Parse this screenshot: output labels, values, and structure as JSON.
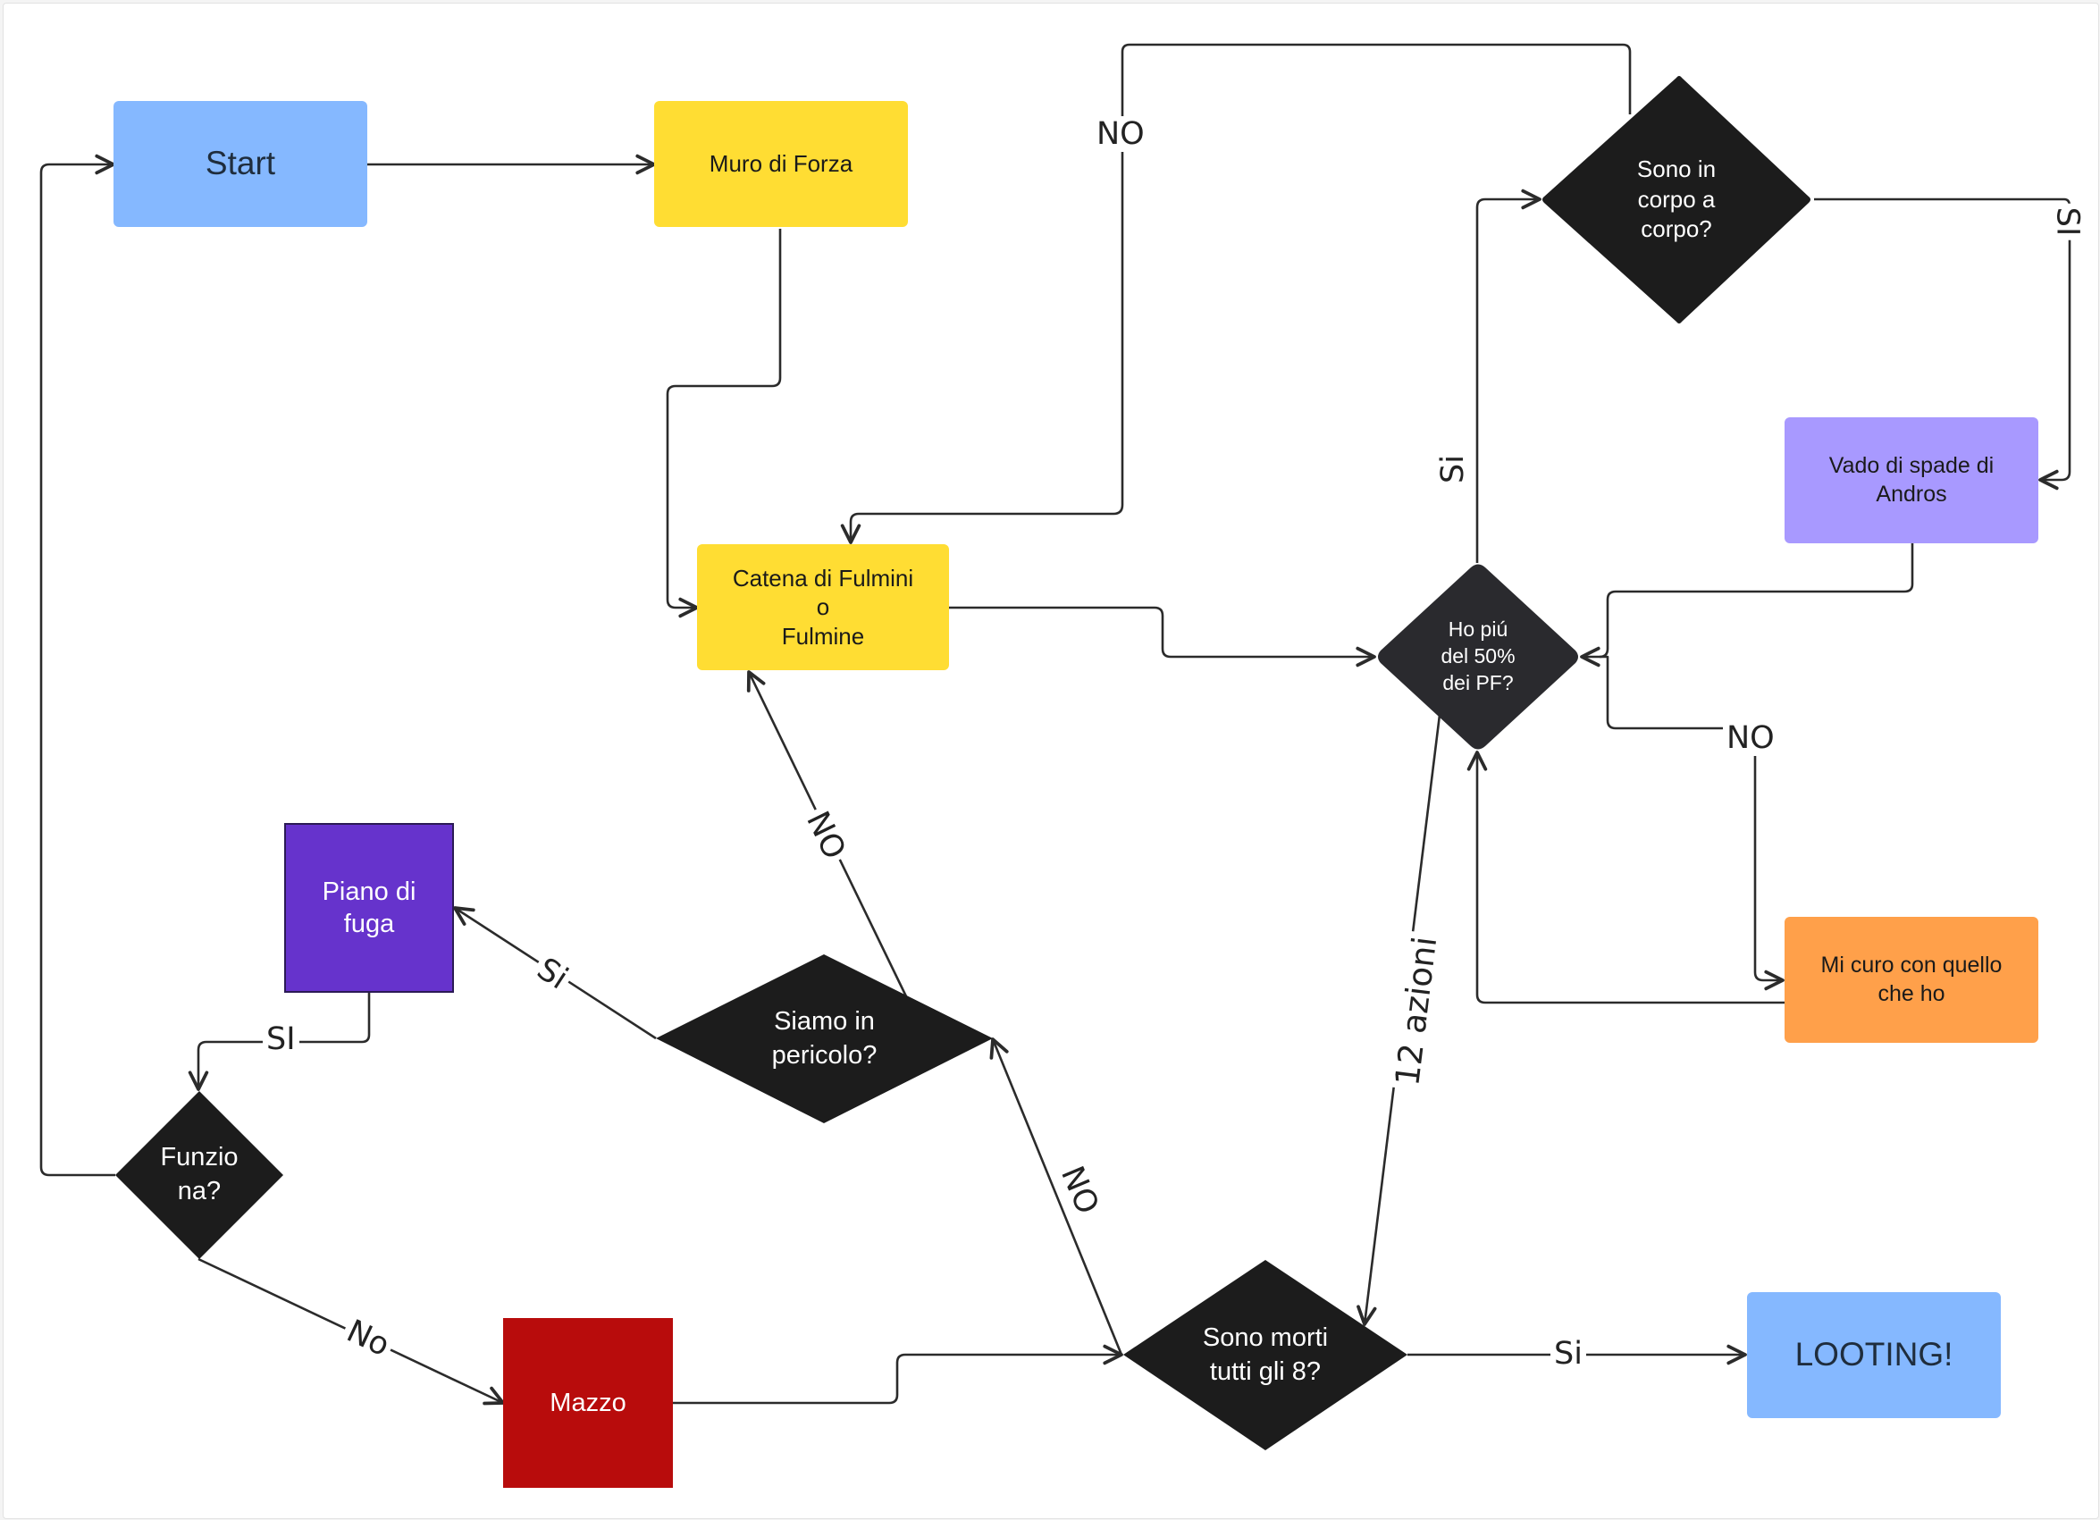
{
  "nodes": {
    "start": "Start",
    "muro": "Muro di Forza",
    "catena": "Catena di Fulmini\no\nFulmine",
    "piano": "Piano di\nfuga",
    "mazzo": "Mazzo",
    "vado": "Vado di spade di\nAndros",
    "mi_curo": "Mi curo con quello\nche ho",
    "looting": "LOOTING!",
    "sono_corpo": "Sono in\ncorpo a\ncorpo?",
    "ho_piu": "Ho piú\ndel 50%\ndei PF?",
    "siamo": "Siamo in\npericolo?",
    "funziona": "Funzio\nna?",
    "sono_morti": "Sono morti\ntutti gli 8?"
  },
  "labels": {
    "no_top": "NO",
    "si_right": "SI",
    "si_vertical": "Si",
    "no_right": "NO",
    "no_catena": "NO",
    "si_piano": "Si",
    "si_funziona": "SI",
    "no_mazzo": "No",
    "no_morti": "NO",
    "azioni": "12 azioni",
    "si_looting": "Si"
  },
  "colors": {
    "blue": "#85b8ff",
    "yellow": "#ffdd33",
    "purple": "#6633cc",
    "lavender": "#a899ff",
    "orange": "#ffa04a",
    "red": "#b80c0c",
    "black": "#1c1c1c",
    "edge": "#2b2b2b"
  }
}
